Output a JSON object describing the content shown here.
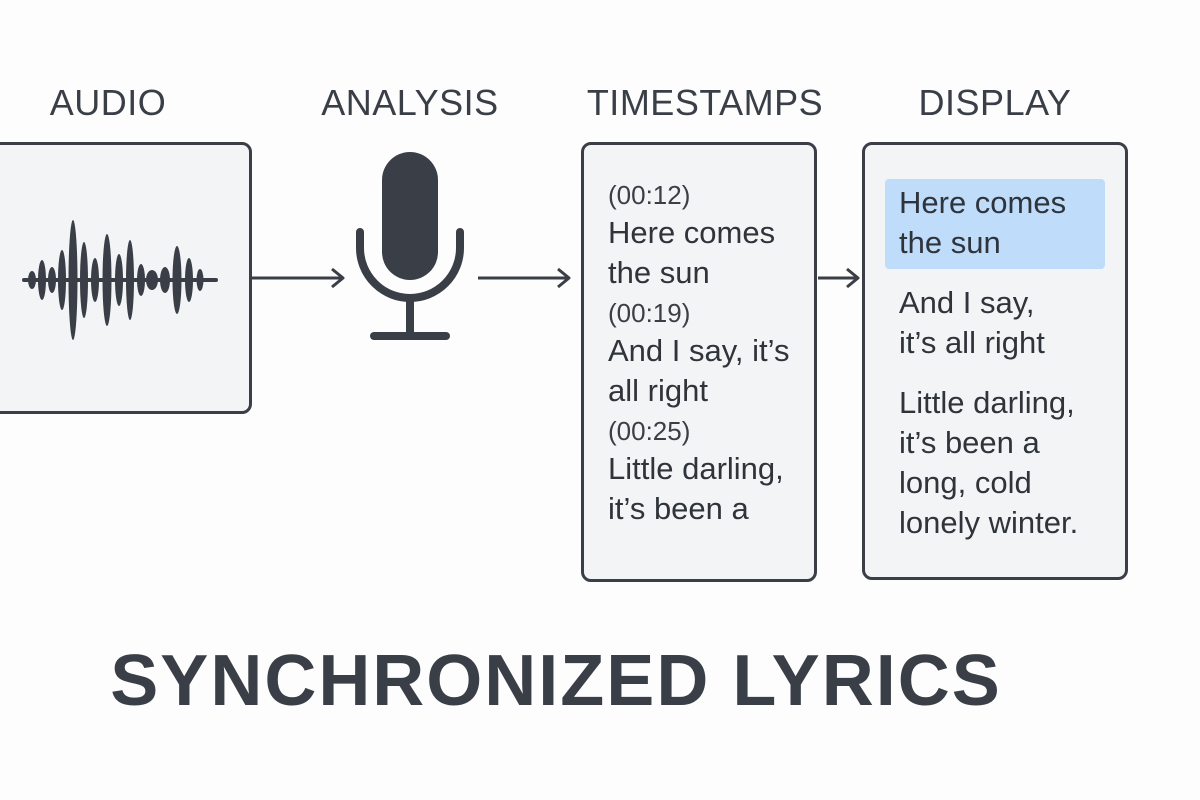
{
  "stages": {
    "audio": "AUDIO",
    "analysis": "ANALYSIS",
    "timestamps": "TIMESTAMPS",
    "display": "DISPLAY"
  },
  "timestamps": [
    {
      "time": "(00:12)",
      "lines": [
        "Here comes",
        "the sun"
      ]
    },
    {
      "time": "(00:19)",
      "lines": [
        "And I say, it’s",
        "all right"
      ]
    },
    {
      "time": "(00:25)",
      "lines": [
        "Little darling,",
        "it’s been a"
      ]
    }
  ],
  "display": [
    {
      "lines": [
        "Here comes",
        "the sun"
      ],
      "active": true
    },
    {
      "lines": [
        "And I say,",
        "it’s all right"
      ],
      "active": false
    },
    {
      "lines": [
        "Little darling,",
        "it’s been a",
        "long, cold",
        "lonely winter."
      ],
      "active": false
    }
  ],
  "title": "SYNCHRONIZED LYRICS",
  "icons": {
    "audio": "waveform-icon",
    "analysis": "microphone-icon"
  },
  "colors": {
    "ink": "#3a3f47",
    "panel": "#f3f4f6",
    "highlight": "#bfdcfb"
  }
}
